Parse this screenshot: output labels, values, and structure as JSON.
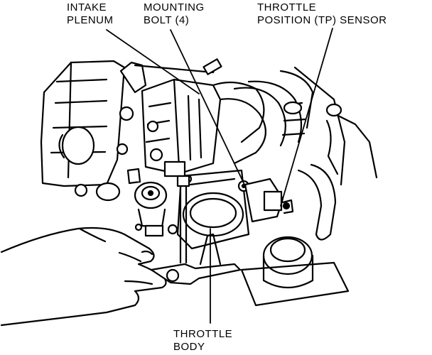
{
  "labels": {
    "intake_plenum": {
      "line1": "INTAKE",
      "line2": "PLENUM"
    },
    "mounting_bolt": {
      "line1": "MOUNTING",
      "line2": "BOLT (4)"
    },
    "tp_sensor": {
      "line1": "THROTTLE",
      "line2": "POSITION (TP) SENSOR"
    },
    "throttle_body": {
      "line1": "THROTTLE",
      "line2": "BODY"
    }
  },
  "colors": {
    "ink": "#000000",
    "paper": "#ffffff"
  }
}
